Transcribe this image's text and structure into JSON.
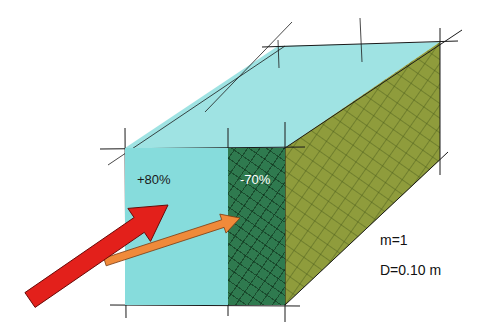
{
  "diagram": {
    "nodes": [
      {
        "text": [
          "+80%"
        ]
      },
      {
        "text": [
          "-70%"
        ]
      }
    ],
    "labels": [
      "m=1",
      "D=0.10 m"
    ]
  }
}
